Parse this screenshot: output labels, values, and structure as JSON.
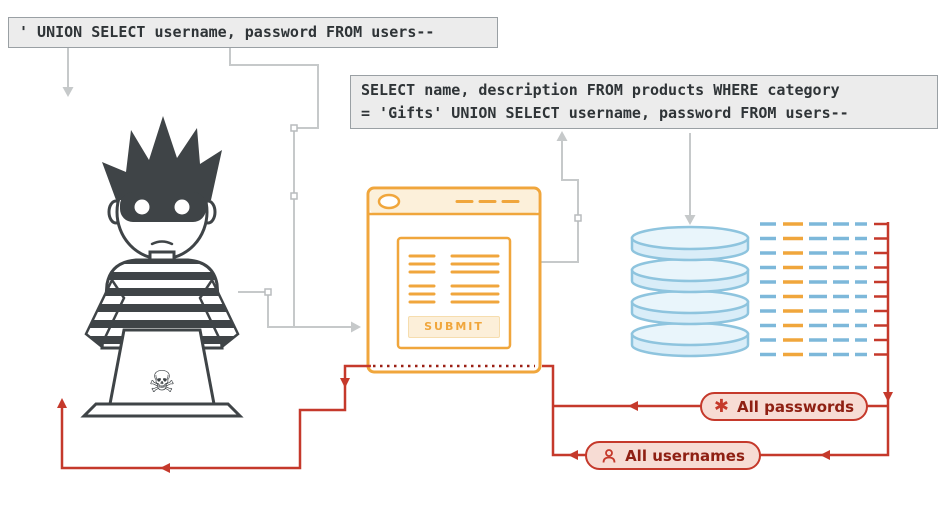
{
  "code_boxes": {
    "injection": "' UNION SELECT username, password FROM users--",
    "full_query_line1": "SELECT name, description FROM products WHERE category",
    "full_query_line2": "= 'Gifts' UNION SELECT username, password FROM users--"
  },
  "browser": {
    "submit_label": "SUBMIT"
  },
  "badges": {
    "passwords": {
      "label": "All passwords",
      "icon": "asterisk-icon"
    },
    "usernames": {
      "label": "All usernames",
      "icon": "user-icon"
    }
  },
  "colors": {
    "orange": "#f0a63c",
    "blue_dash": "#7db8da",
    "blue_fill": "#d9edf8",
    "blue_stroke": "#8ec4de",
    "red": "#c5392b",
    "dark_red": "#9b2015",
    "gray": "#c6c9ca",
    "dark": "#3f4447",
    "code_bg": "#ececec"
  }
}
